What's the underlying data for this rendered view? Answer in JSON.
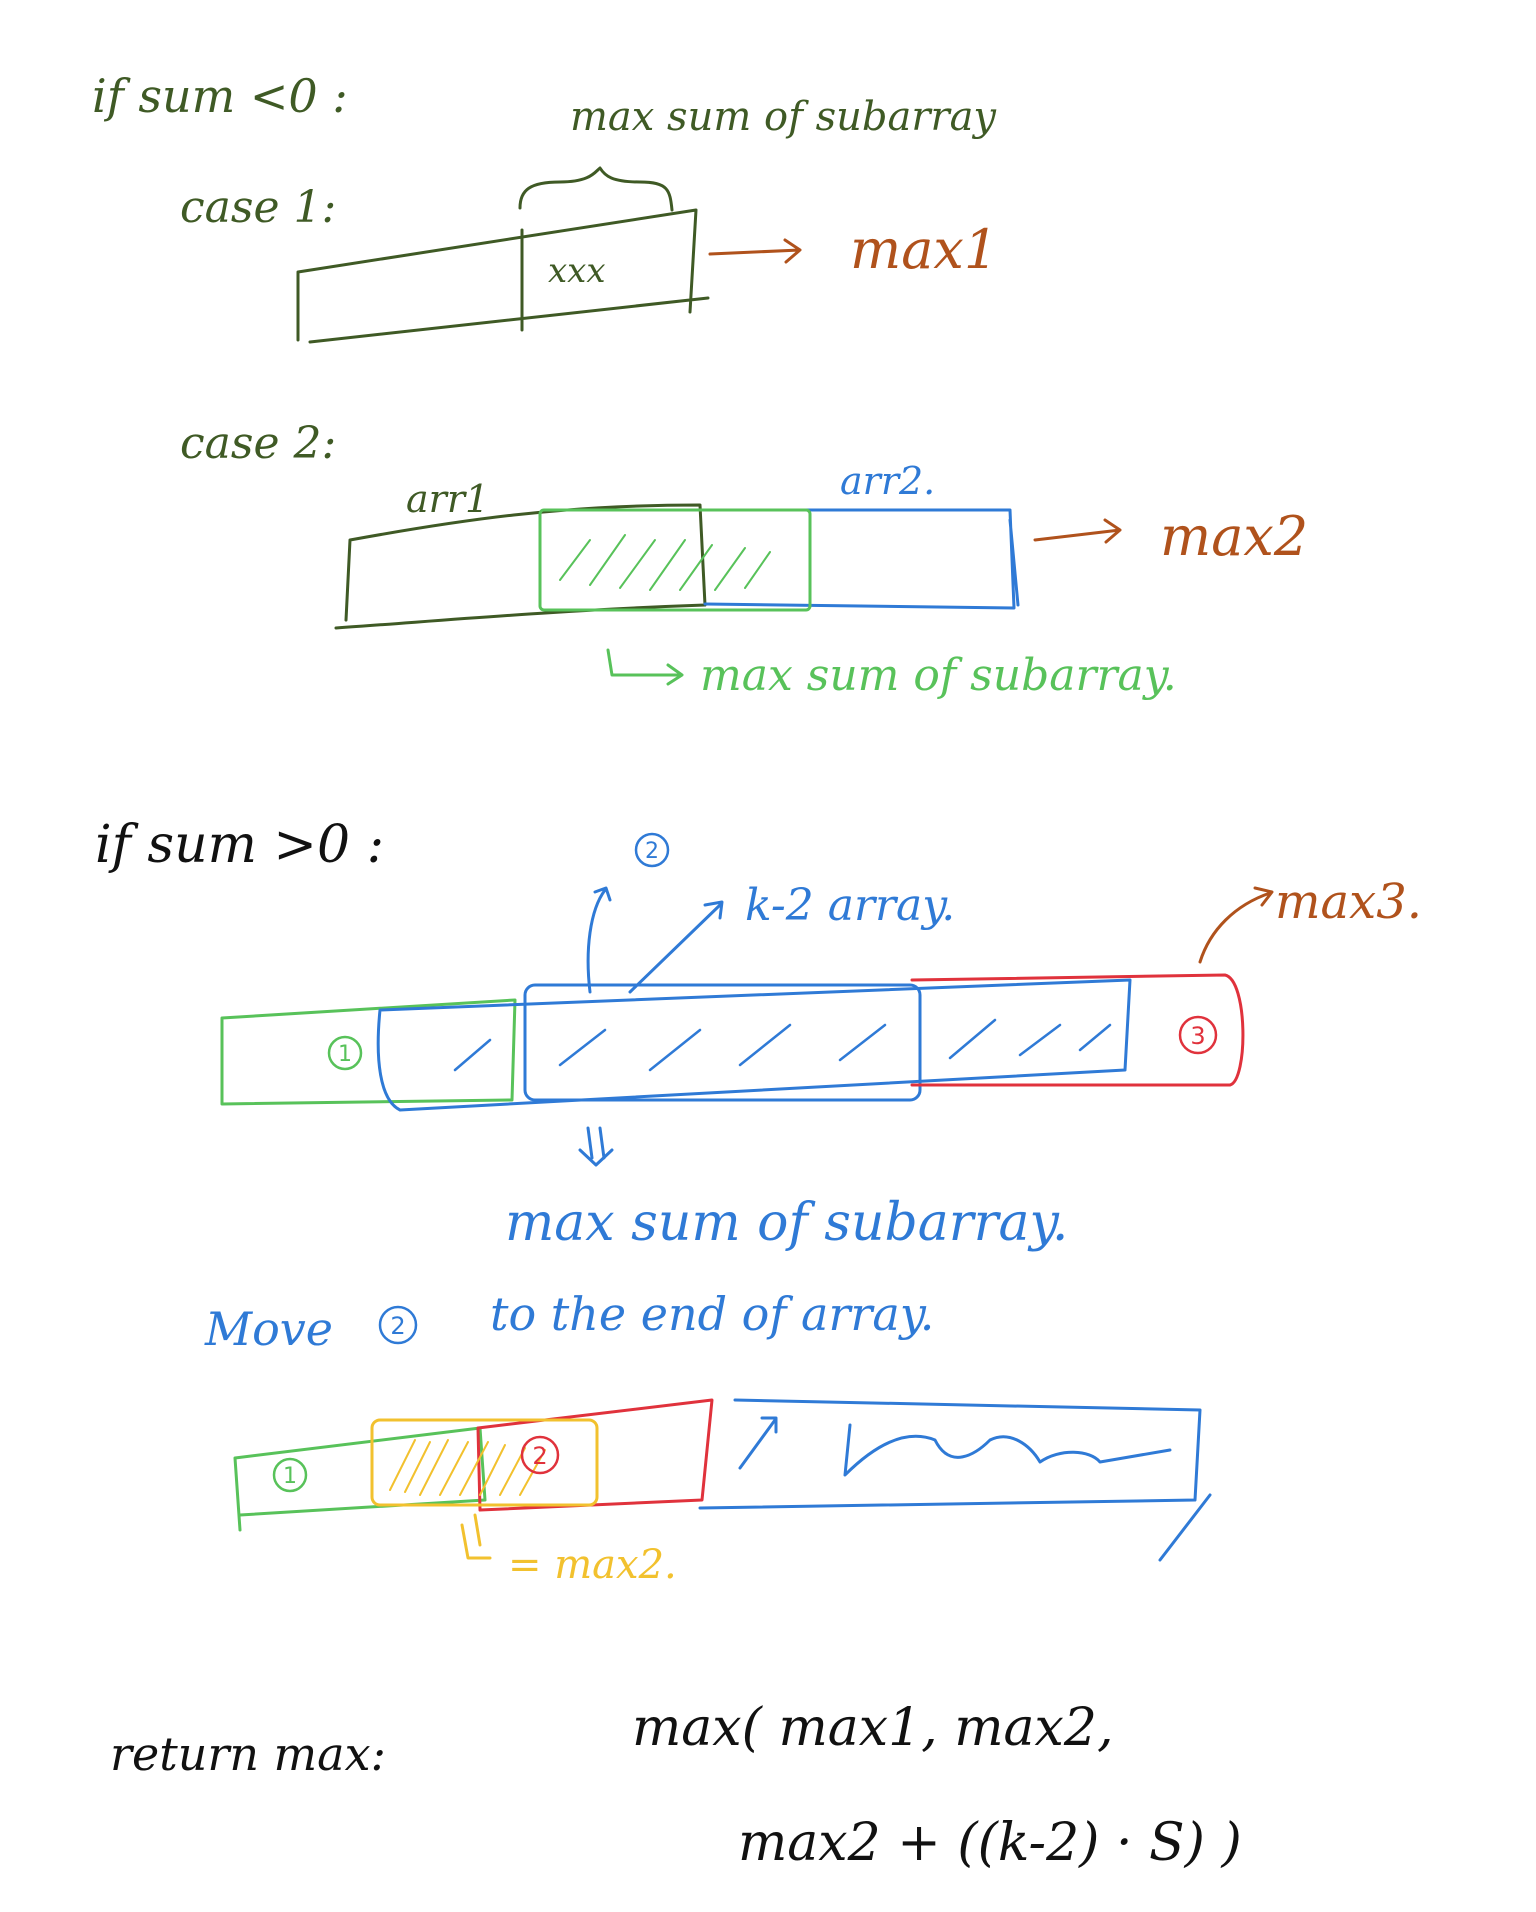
{
  "colors": {
    "dark_green": "#3f5a25",
    "brown": "#b0521c",
    "blue": "#2f7ad6",
    "light_green": "#58c25a",
    "red": "#e0323c",
    "yellow": "#f2c12e",
    "black": "#111111"
  },
  "section_neg": {
    "heading": "if sum <0 :",
    "note_top": "max sum of subarray",
    "case1_label": "case 1:",
    "case1_cells": "xxx",
    "max1": "max1",
    "case2_label": "case 2:",
    "arr1": "arr1",
    "arr2": "arr2.",
    "max2": "max2",
    "note_case2": "max sum of subarray."
  },
  "section_pos": {
    "heading": "if sum >0 :",
    "circle2_top": "2",
    "k2_array": "k-2 array.",
    "max3": "max3.",
    "circle1": "1",
    "circle3": "3",
    "note_max_sum": "max sum of subarray.",
    "move_line_a": "Move",
    "move_circle": "2",
    "move_line_b": "to the end of array.",
    "b_circle1": "1",
    "b_circle2": "2",
    "eq_max2": "= max2."
  },
  "final": {
    "label": "return max:",
    "line1": "max( max1, max2,",
    "line2": "max2 + ((k-2) · S) )"
  }
}
